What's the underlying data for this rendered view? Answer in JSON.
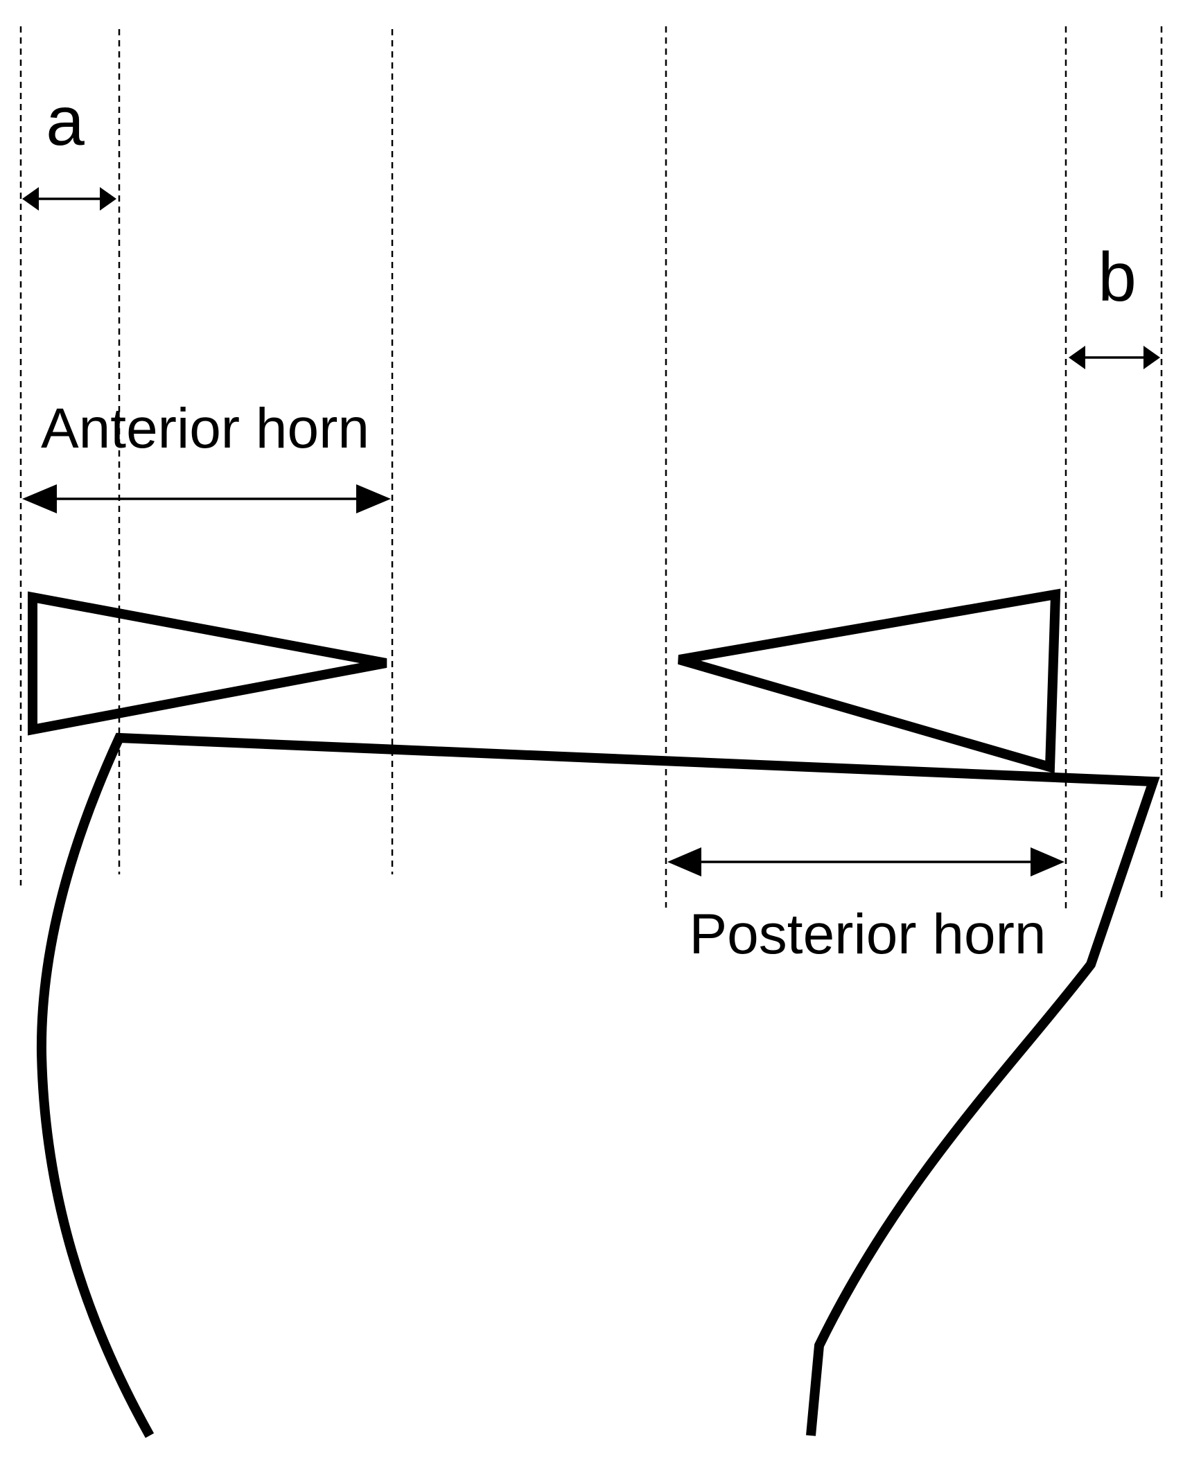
{
  "labels": {
    "a": "a",
    "b": "b",
    "anterior_horn": "Anterior horn",
    "posterior_horn": "Posterior horn"
  }
}
